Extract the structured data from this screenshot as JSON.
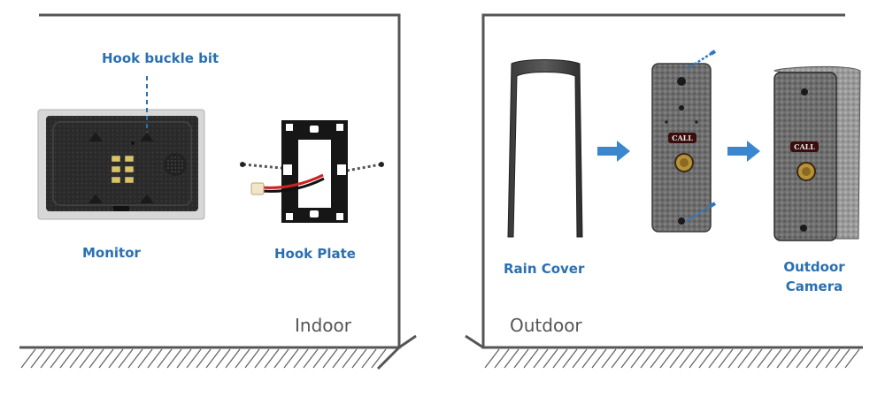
{
  "indoor": {
    "section_label": "Indoor",
    "callout": "Hook buckle bit",
    "items": [
      {
        "label": "Monitor"
      },
      {
        "label": "Hook Plate"
      }
    ]
  },
  "outdoor": {
    "section_label": "Outdoor",
    "items": [
      {
        "label": "Rain Cover"
      },
      {
        "label": "Outdoor"
      },
      {
        "label": "Camera"
      }
    ],
    "call_button_text": "CALL"
  },
  "colors": {
    "label_blue": "#2a6fb2",
    "frame_gray": "#555555",
    "arrow_blue": "#3a87d0",
    "screw_blue": "#2b78c6"
  },
  "icons": [
    "ground-hatch-icon",
    "arrow-right-icon",
    "screw-icon"
  ]
}
